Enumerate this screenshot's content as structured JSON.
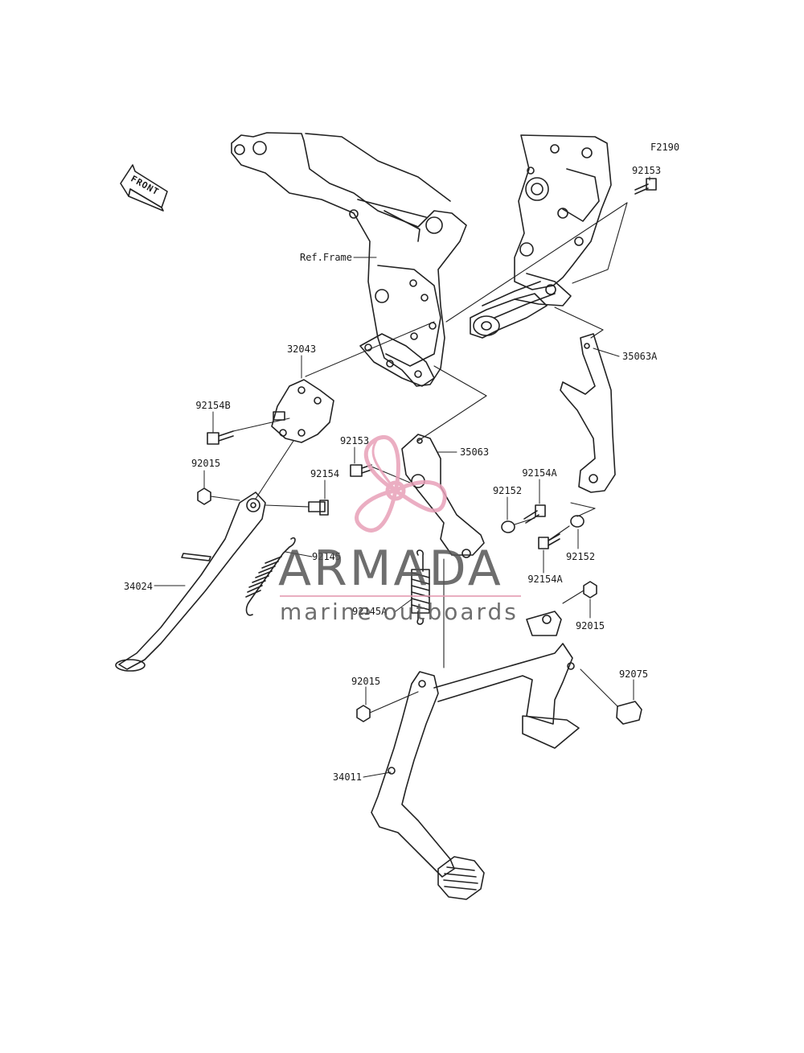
{
  "diagram": {
    "code": "F2190",
    "front_label": "FRONT",
    "parts": [
      {
        "id": "p-92153-top",
        "number": "92153"
      },
      {
        "id": "p-ref-frame",
        "number": "Ref.Frame"
      },
      {
        "id": "p-32043",
        "number": "32043"
      },
      {
        "id": "p-35063a",
        "number": "35063A"
      },
      {
        "id": "p-92154b",
        "number": "92154B"
      },
      {
        "id": "p-92153-mid",
        "number": "92153"
      },
      {
        "id": "p-35063",
        "number": "35063"
      },
      {
        "id": "p-92015-left",
        "number": "92015"
      },
      {
        "id": "p-92154",
        "number": "92154"
      },
      {
        "id": "p-92154a-top",
        "number": "92154A"
      },
      {
        "id": "p-92152-left",
        "number": "92152"
      },
      {
        "id": "p-92145",
        "number": "92145"
      },
      {
        "id": "p-92152-right",
        "number": "92152"
      },
      {
        "id": "p-92154a-bottom",
        "number": "92154A"
      },
      {
        "id": "p-34024",
        "number": "34024"
      },
      {
        "id": "p-92145a",
        "number": "92145A"
      },
      {
        "id": "p-92015-right",
        "number": "92015"
      },
      {
        "id": "p-92075",
        "number": "92075"
      },
      {
        "id": "p-92015-bottom",
        "number": "92015"
      },
      {
        "id": "p-34011",
        "number": "34011"
      }
    ]
  },
  "watermark": {
    "brand": "ARMADA",
    "tagline": "marine outboards",
    "colors": {
      "logo": "#e8a0b8",
      "text": "#555555"
    }
  }
}
